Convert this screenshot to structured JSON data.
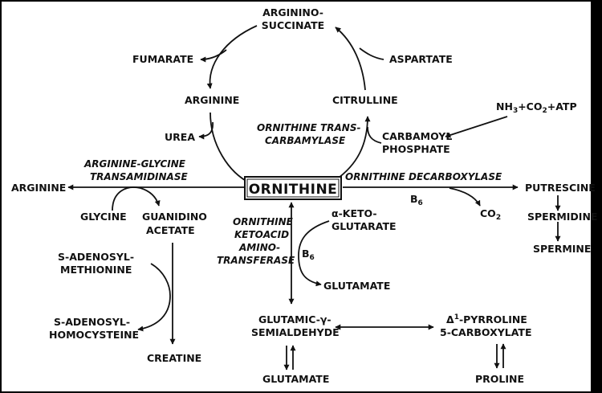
{
  "nodes": {
    "argininosuccinate_1": "ARGININO-",
    "argininosuccinate_2": "SUCCINATE",
    "fumarate": "FUMARATE",
    "aspartate": "ASPARTATE",
    "arginine_cycle": "ARGININE",
    "citrulline": "CITRULLINE",
    "urea": "UREA",
    "nh3_atp_1": "NH",
    "nh3_atp_sub": "3",
    "nh3_atp_2": "+CO",
    "nh3_atp_sub2": "2",
    "nh3_atp_3": "+ATP",
    "carbamoyl_1": "CARBAMOYL",
    "carbamoyl_2": "PHOSPHATE",
    "ornithine": "ORNITHINE",
    "arginine_left": "ARGININE",
    "glycine": "GLYCINE",
    "guanidino_1": "GUANIDINO",
    "guanidino_2": "ACETATE",
    "sam_1": "S-ADENOSYL-",
    "sam_2": "METHIONINE",
    "sah_1": "S-ADENOSYL-",
    "sah_2": "HOMOCYSTEINE",
    "creatine": "CREATINE",
    "putrescine": "PUTRESCINE",
    "spermidine": "SPERMIDINE",
    "spermine": "SPERMINE",
    "co2": "CO",
    "co2_sub": "2",
    "b6_decarb": "B",
    "b6_decarb_sub": "6",
    "b6_amino": "B",
    "b6_amino_sub": "6",
    "akg_1": "α-KETO-",
    "akg_2": "GLUTARATE",
    "glutamate_mid": "GLUTAMATE",
    "gsa_1": "GLUTAMIC-γ-",
    "gsa_2": "SEMIALDEHYDE",
    "p5c_1": "Δ",
    "p5c_sup": "1",
    "p5c_2": "-PYRROLINE",
    "p5c_3": "5-CARBOXYLATE",
    "glutamate_bottom": "GLUTAMATE",
    "proline": "PROLINE"
  },
  "enzymes": {
    "otc_1": "ORNITHINE TRANS-",
    "otc_2": "CARBAMYLASE",
    "agat_1": "ARGININE-GLYCINE",
    "agat_2": "TRANSAMIDINASE",
    "odc": "ORNITHINE DECARBOXYLASE",
    "oat_1": "ORNITHINE",
    "oat_2": "KETOACID",
    "oat_3": "AMINO-",
    "oat_4": "TRANSFERASE"
  },
  "colors": {
    "ink": "#111111",
    "paper": "#ffffff",
    "border": "#000000"
  }
}
